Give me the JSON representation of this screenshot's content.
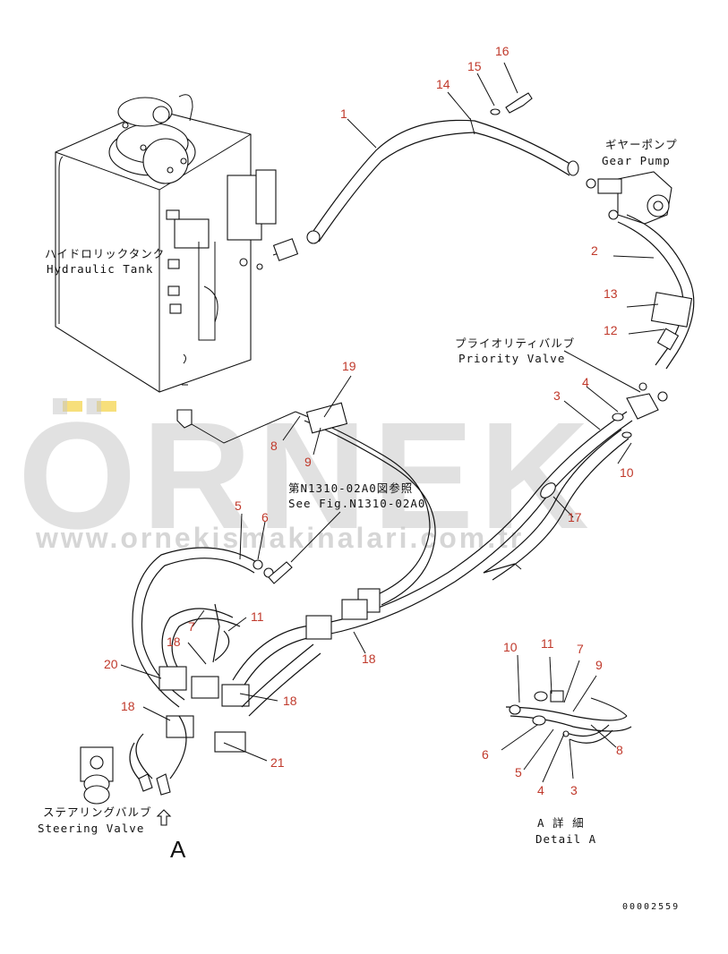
{
  "labels": {
    "tank_jp": "ハイドロリックタンク",
    "tank_en": "Hydraulic Tank",
    "pump_jp": "ギヤーポンプ",
    "pump_en": "Gear Pump",
    "priority_jp": "プライオリティバルブ",
    "priority_en": "Priority Valve",
    "ref_jp": "第N1310-02A0図参照",
    "ref_en": "See Fig.N1310-02A0",
    "steering_jp": "ステアリングバルブ",
    "steering_en": "Steering Valve",
    "view_arrow": "A",
    "detail_jp": "A 詳 細",
    "detail_en": "Detail A",
    "doc_number": "00002559"
  },
  "watermark": {
    "brand": "ÖRNEK",
    "url": "www.ornekismakinalari.com.tr"
  },
  "callouts": {
    "n1": "1",
    "n2": "2",
    "n3": "3",
    "n4": "4",
    "n5": "5",
    "n6": "6",
    "n7": "7",
    "n8": "8",
    "n9": "9",
    "n10": "10",
    "n11": "11",
    "n12": "12",
    "n13": "13",
    "n14": "14",
    "n15": "15",
    "n16": "16",
    "n17": "17",
    "n18": "18",
    "n19": "19",
    "n20": "20",
    "n21": "21"
  },
  "colors": {
    "callout": "#c0392b",
    "line": "#111111",
    "watermark": "#c9c9c9",
    "watermark_accent": "#f1c40f"
  }
}
